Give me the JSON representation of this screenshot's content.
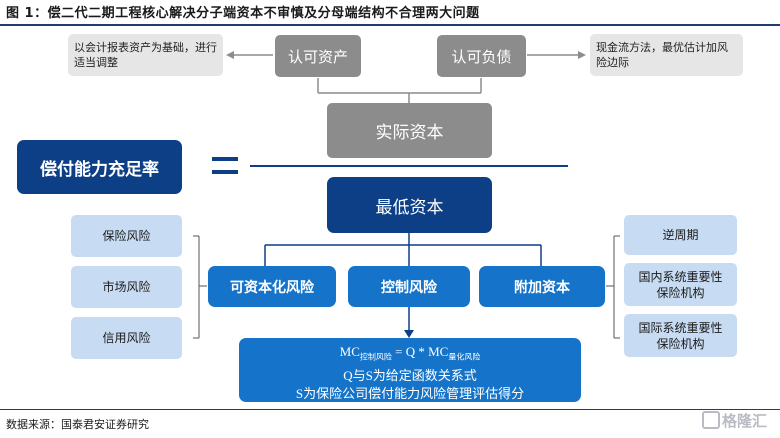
{
  "title": "图 1：偿二代二期工程核心解决分子端资本不审慎及分母端结构不合理两大问题",
  "source": "数据来源：国泰君安证券研究",
  "watermark": "格隆汇",
  "nodes": {
    "available_assets": "认可资产",
    "available_liabilities": "认可负债",
    "assets_note": "以会计报表资产为基础，进行适当调整",
    "liabilities_note": "现金流方法，最优估计加风险边际",
    "actual_capital": "实际资本",
    "solvency_ratio": "偿付能力充足率",
    "equals_sign": "=",
    "minimum_capital": "最低资本",
    "quantifiable_risk": "可资本化风险",
    "control_risk": "控制风险",
    "additional_capital": "附加资本"
  },
  "left_risks": [
    "保险风险",
    "市场风险",
    "信用风险"
  ],
  "right_items": [
    "逆周期",
    "国内系统重要性保险机构",
    "国际系统重要性保险机构"
  ],
  "formula": {
    "mc": "MC",
    "mc_sub": "控制风险",
    "equals": " = Q * MC",
    "quant_sub": "量化风险",
    "line2": "Q与S为给定函数关系式",
    "line3": "S为保险公司偿付能力风险管理评估得分"
  },
  "colors": {
    "navy": "#0d3f86",
    "mid_blue": "#1574c9",
    "light_blue": "#c7dbf2",
    "gray": "#8c8c8c",
    "light_gray": "#e6e6e6"
  }
}
